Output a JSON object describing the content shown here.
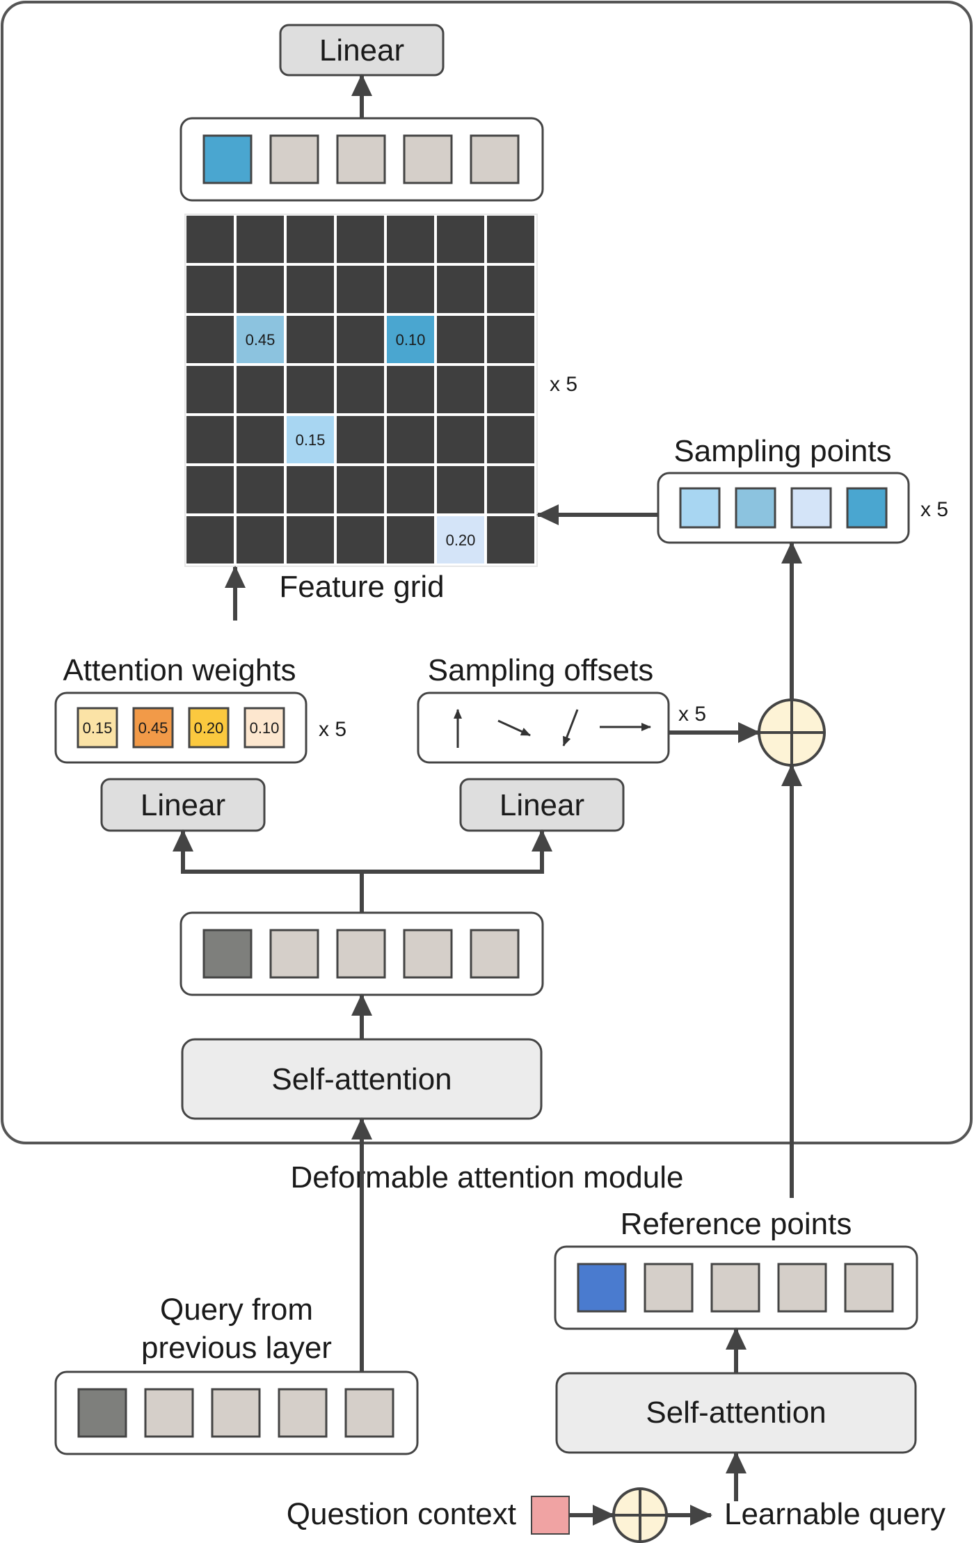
{
  "module_label": "Deformable attention module",
  "top_linear": "Linear",
  "feature_grid": {
    "label": "Feature grid",
    "multiplier": "x 5",
    "rows": 7,
    "cols": 7,
    "cell_color": "#3f3f3f",
    "highlights": [
      {
        "row": 2,
        "col": 1,
        "value": "0.45",
        "color": "#8cc3df"
      },
      {
        "row": 2,
        "col": 4,
        "value": "0.10",
        "color": "#4aa6d0"
      },
      {
        "row": 4,
        "col": 2,
        "value": "0.15",
        "color": "#a8d6f2"
      },
      {
        "row": 6,
        "col": 5,
        "value": "0.20",
        "color": "#d4e4f8"
      }
    ]
  },
  "output_tokens": {
    "colors": [
      "#4aa6d0",
      "#d5cfc9",
      "#d5cfc9",
      "#d5cfc9",
      "#d5cfc9"
    ]
  },
  "sampling_points": {
    "label": "Sampling points",
    "multiplier": "x 5",
    "colors": [
      "#a8d6f2",
      "#8cc3df",
      "#d4e4f8",
      "#4aa6d0"
    ]
  },
  "attention_weights": {
    "label": "Attention weights",
    "multiplier": "x 5",
    "values": [
      "0.15",
      "0.45",
      "0.20",
      "0.10"
    ],
    "colors": [
      "#fbe3a6",
      "#f29a48",
      "#fbc93f",
      "#fde7cf"
    ]
  },
  "sampling_offsets": {
    "label": "Sampling offsets",
    "multiplier": "x 5",
    "arrows": [
      "arrow-up",
      "arrow-down-right",
      "arrow-down-left",
      "arrow-right"
    ]
  },
  "linear_left": "Linear",
  "linear_right": "Linear",
  "hidden_tokens": {
    "colors": [
      "#7e7f7c",
      "#d5cfc9",
      "#d5cfc9",
      "#d5cfc9",
      "#d5cfc9"
    ]
  },
  "self_attention_top": "Self-attention",
  "query": {
    "label_line1": "Query from",
    "label_line2": "previous layer",
    "colors": [
      "#7e7f7c",
      "#d5cfc9",
      "#d5cfc9",
      "#d5cfc9",
      "#d5cfc9"
    ]
  },
  "reference_points": {
    "label": "Reference points",
    "colors": [
      "#4a7bcf",
      "#d5cfc9",
      "#d5cfc9",
      "#d5cfc9",
      "#d5cfc9"
    ]
  },
  "self_attention_bottom": "Self-attention",
  "question_context": {
    "label": "Question context",
    "color": "#f0a3a3"
  },
  "learnable_query": "Learnable query",
  "plus_symbol": {
    "fill": "#fdf3d6"
  }
}
